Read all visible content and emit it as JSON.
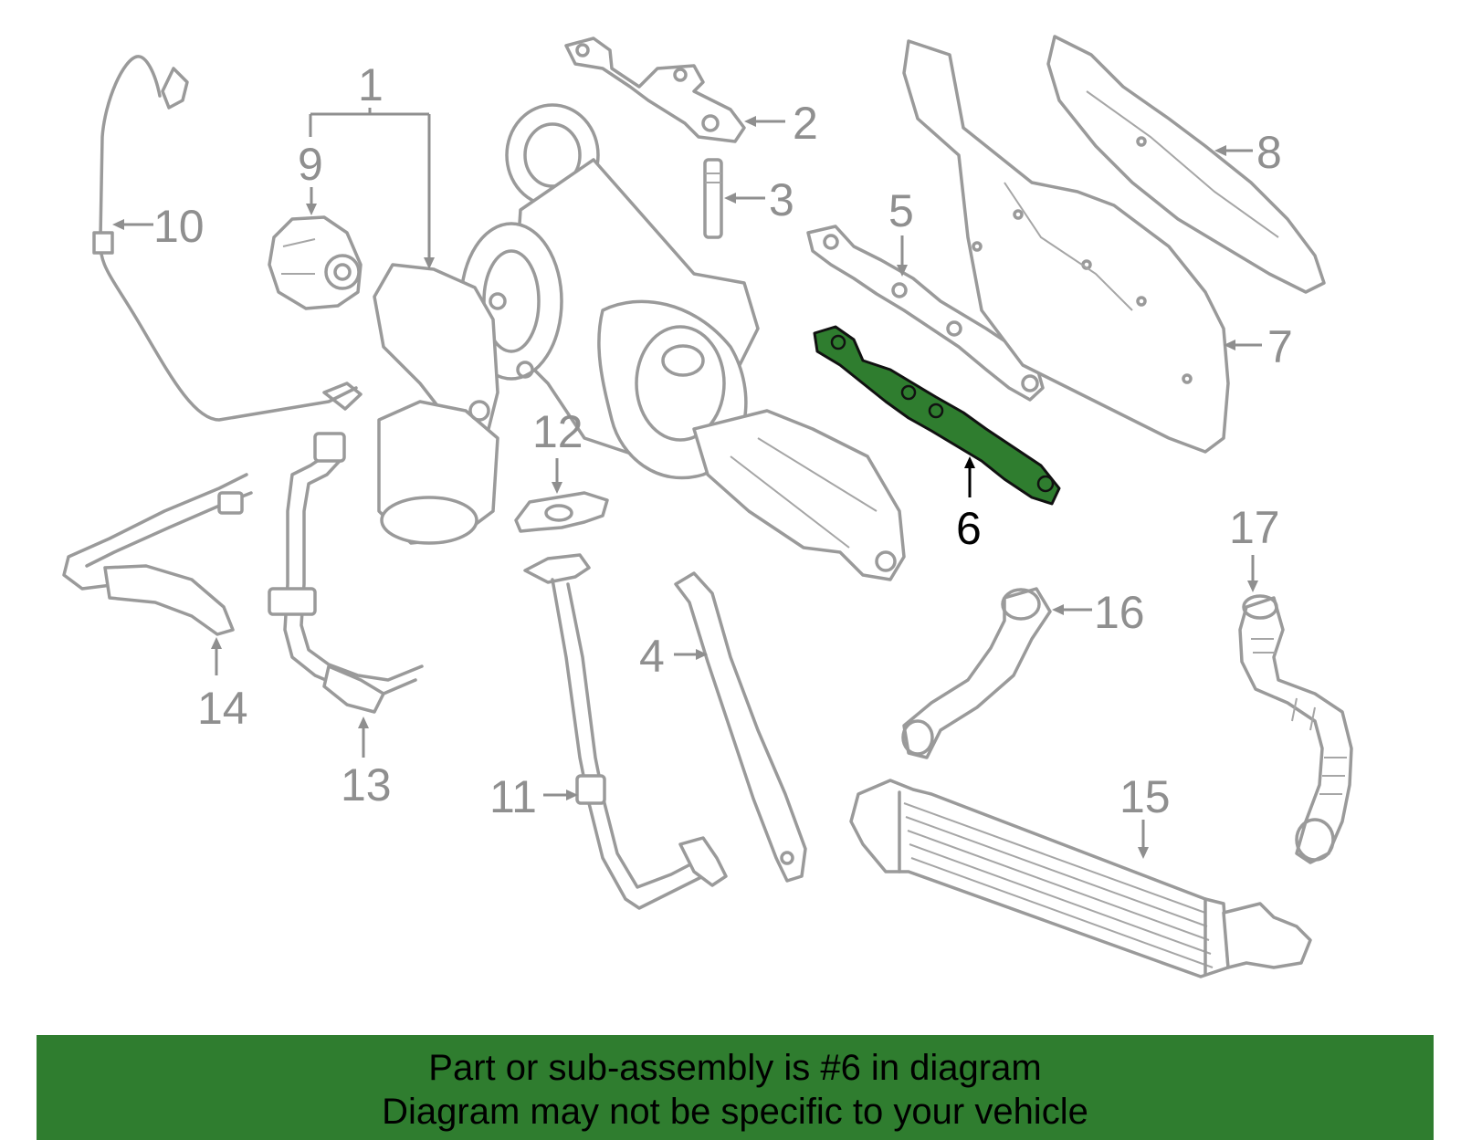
{
  "diagram": {
    "highlight_color": "#2f7d2f",
    "callouts": [
      {
        "id": "1",
        "label": "1"
      },
      {
        "id": "2",
        "label": "2"
      },
      {
        "id": "3",
        "label": "3"
      },
      {
        "id": "4",
        "label": "4"
      },
      {
        "id": "5",
        "label": "5"
      },
      {
        "id": "6",
        "label": "6",
        "highlighted": true
      },
      {
        "id": "7",
        "label": "7"
      },
      {
        "id": "8",
        "label": "8"
      },
      {
        "id": "9",
        "label": "9"
      },
      {
        "id": "10",
        "label": "10"
      },
      {
        "id": "11",
        "label": "11"
      },
      {
        "id": "12",
        "label": "12"
      },
      {
        "id": "13",
        "label": "13"
      },
      {
        "id": "14",
        "label": "14"
      },
      {
        "id": "15",
        "label": "15"
      },
      {
        "id": "16",
        "label": "16"
      },
      {
        "id": "17",
        "label": "17"
      }
    ]
  },
  "banner": {
    "line1": "Part or sub-assembly is #6 in diagram",
    "line2": "Diagram may not be specific to your vehicle",
    "background_color": "#2f7d2f"
  }
}
